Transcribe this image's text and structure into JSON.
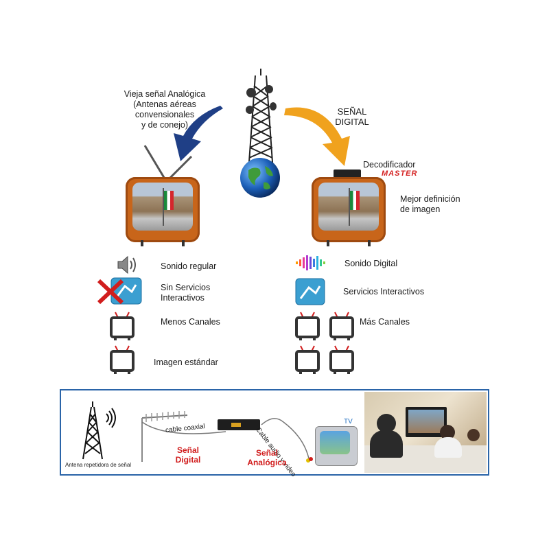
{
  "analog": {
    "title_lines": [
      "Vieja señal Analógica",
      "(Antenas aéreas",
      "convensionales",
      "y de conejo)"
    ]
  },
  "digital": {
    "title_lines": [
      "SEÑAL",
      "DIGITAL"
    ],
    "decoder_label": "Decodificador",
    "brand": "MASTER",
    "better_lines": [
      "Mejor definición",
      "de imagen"
    ]
  },
  "features_left": {
    "sound": "Sonido regular",
    "services_lines": [
      "Sin Servicios",
      "Interactivos"
    ],
    "channels": "Menos Canales",
    "image": "Imagen estándar"
  },
  "features_right": {
    "sound": "Sonido Digital",
    "services": "Servicios Interactivos",
    "channels": "Más Canales"
  },
  "bottom": {
    "antenna_label": "Antena repetidora de señal",
    "cable_coax": "cable coaxial",
    "digital_lines": [
      "Señal",
      "Digital"
    ],
    "analog_lines": [
      "Señal",
      "Analógica"
    ],
    "av_cable": "Cable audio y video",
    "tv_label": "TV"
  },
  "colors": {
    "analog_arrow": "#1f3f86",
    "digital_arrow": "#f0a21e",
    "tv_body": "#c8651a",
    "panel_border": "#2a64a8",
    "accent_red": "#d11d1d"
  }
}
